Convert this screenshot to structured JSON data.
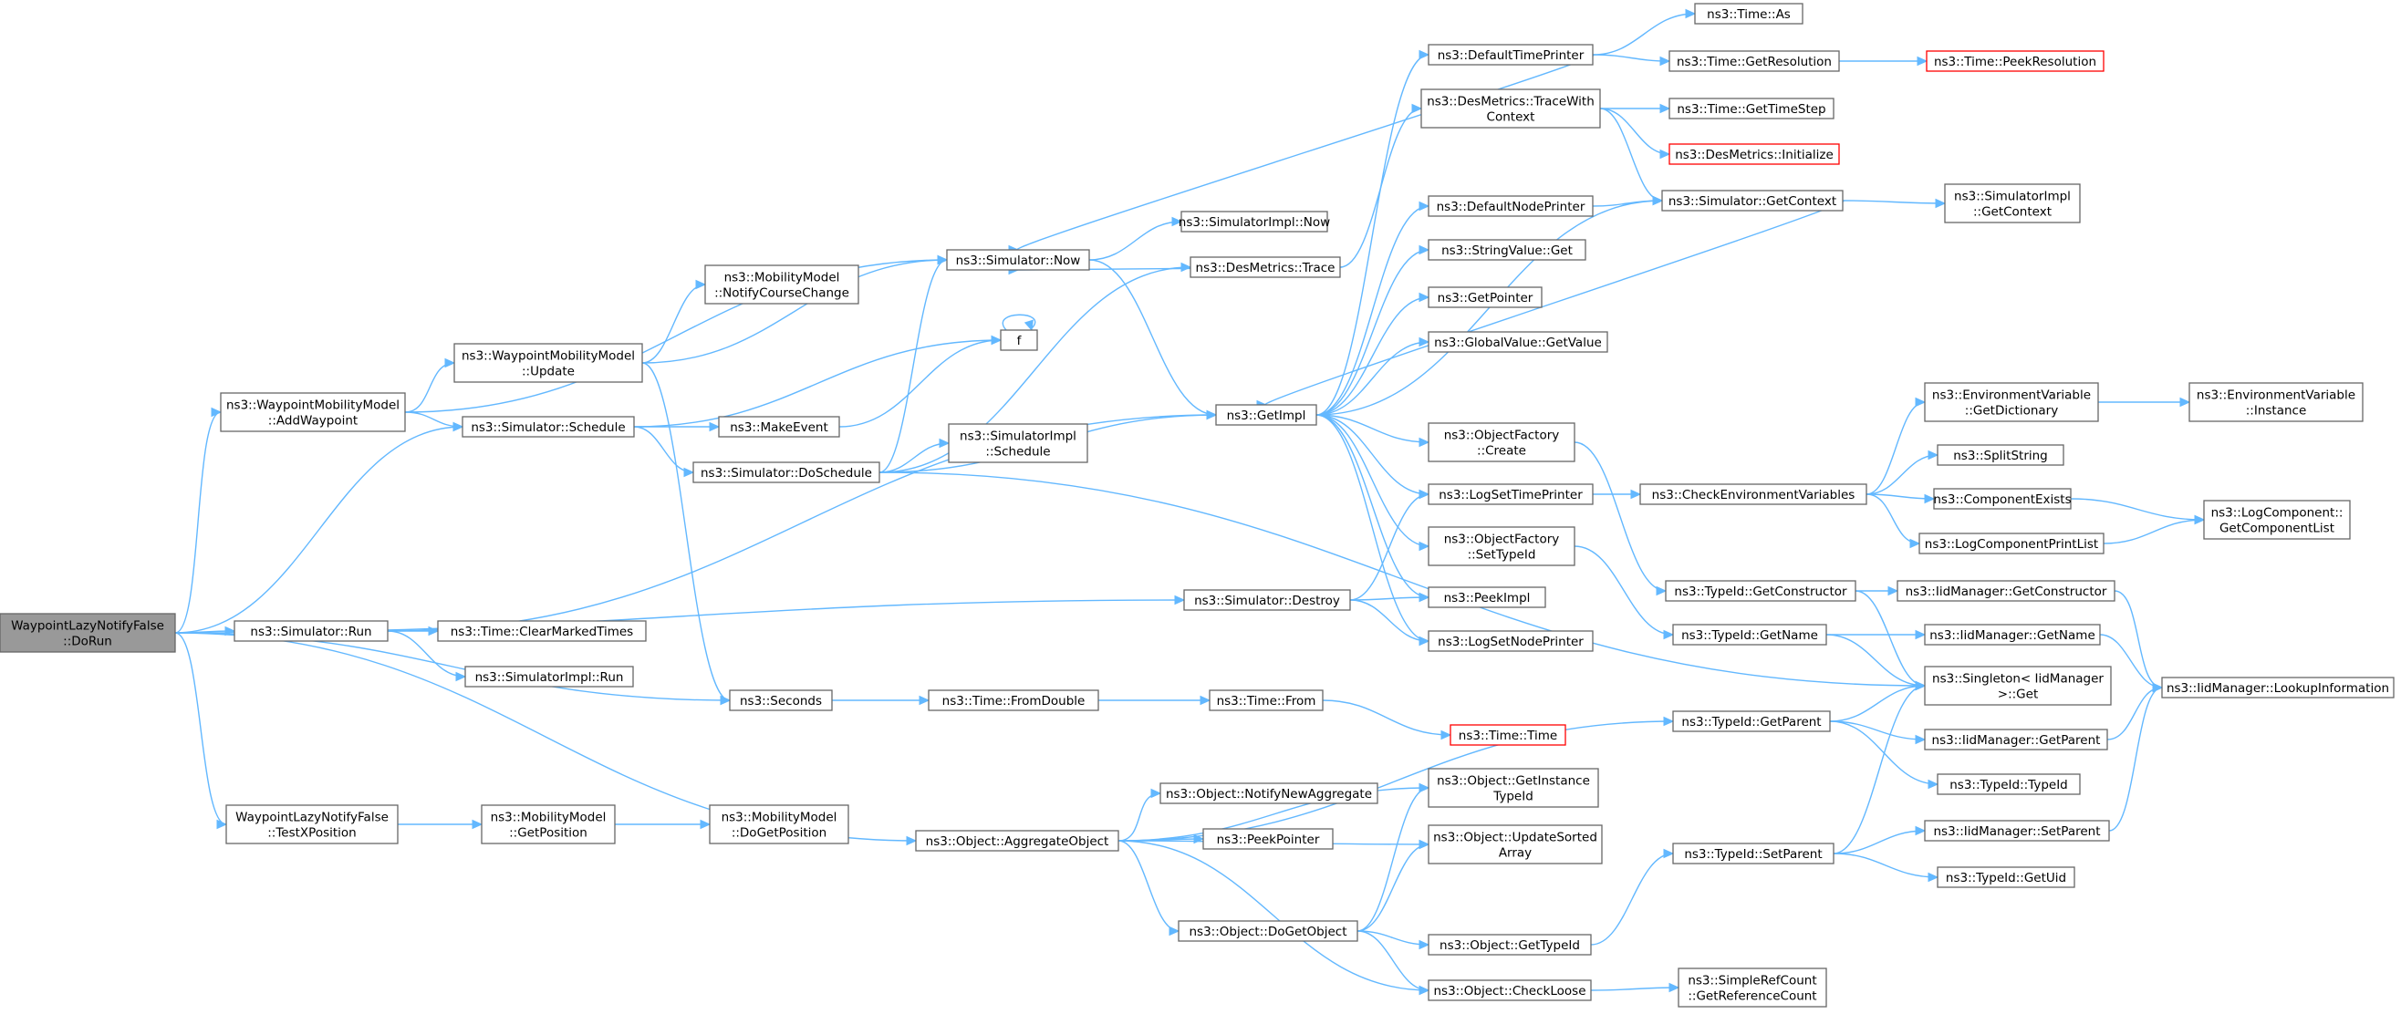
{
  "graph": {
    "edge_color": "#63b8ff",
    "node_border_color": "#666666",
    "root_fill_color": "#999999",
    "missing_border_color": "#ff0000",
    "nodes": [
      {
        "id": "doRun",
        "label": [
          "WaypointLazyNotifyFalse",
          "::DoRun"
        ],
        "style": "root"
      },
      {
        "id": "addWaypoint",
        "label": [
          "ns3::WaypointMobilityModel",
          "::AddWaypoint"
        ]
      },
      {
        "id": "schedule",
        "label": [
          "ns3::Simulator::Schedule"
        ]
      },
      {
        "id": "run",
        "label": [
          "ns3::Simulator::Run"
        ]
      },
      {
        "id": "testX",
        "label": [
          "WaypointLazyNotifyFalse",
          "::TestXPosition"
        ]
      },
      {
        "id": "update",
        "label": [
          "ns3::WaypointMobilityModel",
          "::Update"
        ]
      },
      {
        "id": "notifyCC",
        "label": [
          "ns3::MobilityModel",
          "::NotifyCourseChange"
        ]
      },
      {
        "id": "now",
        "label": [
          "ns3::Simulator::Now"
        ]
      },
      {
        "id": "f",
        "label": [
          "f"
        ]
      },
      {
        "id": "makeEvent",
        "label": [
          "ns3::MakeEvent"
        ]
      },
      {
        "id": "doSchedule",
        "label": [
          "ns3::Simulator::DoSchedule"
        ]
      },
      {
        "id": "simImplSchedule",
        "label": [
          "ns3::SimulatorImpl",
          "::Schedule"
        ]
      },
      {
        "id": "simImplNow",
        "label": [
          "ns3::SimulatorImpl::Now"
        ]
      },
      {
        "id": "clearMarked",
        "label": [
          "ns3::Time::ClearMarkedTimes"
        ]
      },
      {
        "id": "simImplRun",
        "label": [
          "ns3::SimulatorImpl::Run"
        ]
      },
      {
        "id": "seconds",
        "label": [
          "ns3::Seconds"
        ]
      },
      {
        "id": "getPosition",
        "label": [
          "ns3::MobilityModel",
          "::GetPosition"
        ]
      },
      {
        "id": "doGetPosition",
        "label": [
          "ns3::MobilityModel",
          "::DoGetPosition"
        ]
      },
      {
        "id": "destroy",
        "label": [
          "ns3::Simulator::Destroy"
        ]
      },
      {
        "id": "aggregate",
        "label": [
          "ns3::Object::AggregateObject"
        ]
      },
      {
        "id": "desTrace",
        "label": [
          "ns3::DesMetrics::Trace"
        ]
      },
      {
        "id": "getImpl",
        "label": [
          "ns3::GetImpl"
        ]
      },
      {
        "id": "fromDouble",
        "label": [
          "ns3::Time::FromDouble"
        ]
      },
      {
        "id": "timeFrom",
        "label": [
          "ns3::Time::From"
        ]
      },
      {
        "id": "timeTime",
        "label": [
          "ns3::Time::Time"
        ],
        "style": "missing"
      },
      {
        "id": "notifyNewAgg",
        "label": [
          "ns3::Object::NotifyNewAggregate"
        ]
      },
      {
        "id": "peekPointer",
        "label": [
          "ns3::PeekPointer"
        ]
      },
      {
        "id": "doGetObject",
        "label": [
          "ns3::Object::DoGetObject"
        ]
      },
      {
        "id": "defTimePrinter",
        "label": [
          "ns3::DefaultTimePrinter"
        ]
      },
      {
        "id": "desTraceCtx",
        "label": [
          "ns3::DesMetrics::TraceWith",
          "Context"
        ]
      },
      {
        "id": "defNodePrinter",
        "label": [
          "ns3::DefaultNodePrinter"
        ]
      },
      {
        "id": "strGet",
        "label": [
          "ns3::StringValue::Get"
        ]
      },
      {
        "id": "getPointer",
        "label": [
          "ns3::GetPointer"
        ]
      },
      {
        "id": "gvGetValue",
        "label": [
          "ns3::GlobalValue::GetValue"
        ]
      },
      {
        "id": "ofCreate",
        "label": [
          "ns3::ObjectFactory",
          "::Create"
        ]
      },
      {
        "id": "logSetTP",
        "label": [
          "ns3::LogSetTimePrinter"
        ]
      },
      {
        "id": "ofSetTypeId",
        "label": [
          "ns3::ObjectFactory",
          "::SetTypeId"
        ]
      },
      {
        "id": "peekImpl",
        "label": [
          "ns3::PeekImpl"
        ]
      },
      {
        "id": "logSetNP",
        "label": [
          "ns3::LogSetNodePrinter"
        ]
      },
      {
        "id": "getInstanceTid",
        "label": [
          "ns3::Object::GetInstance",
          "TypeId"
        ]
      },
      {
        "id": "updateSorted",
        "label": [
          "ns3::Object::UpdateSorted",
          "Array"
        ]
      },
      {
        "id": "getTypeId",
        "label": [
          "ns3::Object::GetTypeId"
        ]
      },
      {
        "id": "checkLoose",
        "label": [
          "ns3::Object::CheckLoose"
        ]
      },
      {
        "id": "timeAs",
        "label": [
          "ns3::Time::As"
        ]
      },
      {
        "id": "timeGetRes",
        "label": [
          "ns3::Time::GetResolution"
        ]
      },
      {
        "id": "timePeekRes",
        "label": [
          "ns3::Time::PeekResolution"
        ],
        "style": "missing"
      },
      {
        "id": "timeGetStep",
        "label": [
          "ns3::Time::GetTimeStep"
        ]
      },
      {
        "id": "desInit",
        "label": [
          "ns3::DesMetrics::Initialize"
        ],
        "style": "missing"
      },
      {
        "id": "simGetCtx",
        "label": [
          "ns3::Simulator::GetContext"
        ]
      },
      {
        "id": "simImplGetCtx",
        "label": [
          "ns3::SimulatorImpl",
          "::GetContext"
        ]
      },
      {
        "id": "checkEnv",
        "label": [
          "ns3::CheckEnvironmentVariables"
        ]
      },
      {
        "id": "envGetDict",
        "label": [
          "ns3::EnvironmentVariable",
          "::GetDictionary"
        ]
      },
      {
        "id": "envInstance",
        "label": [
          "ns3::EnvironmentVariable",
          "::Instance"
        ]
      },
      {
        "id": "splitString",
        "label": [
          "ns3::SplitString"
        ]
      },
      {
        "id": "compExists",
        "label": [
          "ns3::ComponentExists"
        ]
      },
      {
        "id": "logCompPrint",
        "label": [
          "ns3::LogComponentPrintList"
        ]
      },
      {
        "id": "logCompGetList",
        "label": [
          "ns3::LogComponent::",
          "GetComponentList"
        ]
      },
      {
        "id": "tidGetCtor",
        "label": [
          "ns3::TypeId::GetConstructor"
        ]
      },
      {
        "id": "iidGetCtor",
        "label": [
          "ns3::IidManager::GetConstructor"
        ]
      },
      {
        "id": "tidGetName",
        "label": [
          "ns3::TypeId::GetName"
        ]
      },
      {
        "id": "iidGetName",
        "label": [
          "ns3::IidManager::GetName"
        ]
      },
      {
        "id": "singletonGet",
        "label": [
          "ns3::Singleton< IidManager",
          " >::Get"
        ]
      },
      {
        "id": "iidLookup",
        "label": [
          "ns3::IidManager::LookupInformation"
        ]
      },
      {
        "id": "tidGetParent",
        "label": [
          "ns3::TypeId::GetParent"
        ]
      },
      {
        "id": "iidGetParent",
        "label": [
          "ns3::IidManager::GetParent"
        ]
      },
      {
        "id": "tidTypeId",
        "label": [
          "ns3::TypeId::TypeId"
        ]
      },
      {
        "id": "tidSetParent",
        "label": [
          "ns3::TypeId::SetParent"
        ]
      },
      {
        "id": "iidSetParent",
        "label": [
          "ns3::IidManager::SetParent"
        ]
      },
      {
        "id": "tidGetUid",
        "label": [
          "ns3::TypeId::GetUid"
        ]
      },
      {
        "id": "srcGetRefCount",
        "label": [
          "ns3::SimpleRefCount",
          "::GetReferenceCount"
        ]
      }
    ],
    "edges": [
      [
        "doRun",
        "addWaypoint"
      ],
      [
        "doRun",
        "schedule"
      ],
      [
        "doRun",
        "run"
      ],
      [
        "doRun",
        "testX"
      ],
      [
        "doRun",
        "seconds"
      ],
      [
        "doRun",
        "destroy"
      ],
      [
        "doRun",
        "aggregate"
      ],
      [
        "addWaypoint",
        "update"
      ],
      [
        "addWaypoint",
        "now"
      ],
      [
        "addWaypoint",
        "schedule"
      ],
      [
        "update",
        "notifyCC"
      ],
      [
        "update",
        "now"
      ],
      [
        "update",
        "seconds"
      ],
      [
        "schedule",
        "f"
      ],
      [
        "schedule",
        "makeEvent"
      ],
      [
        "schedule",
        "doSchedule"
      ],
      [
        "makeEvent",
        "f"
      ],
      [
        "f",
        "f"
      ],
      [
        "doSchedule",
        "now"
      ],
      [
        "doSchedule",
        "desTrace"
      ],
      [
        "doSchedule",
        "simImplSchedule"
      ],
      [
        "doSchedule",
        "getImpl"
      ],
      [
        "doSchedule",
        "singletonGet"
      ],
      [
        "run",
        "clearMarked"
      ],
      [
        "run",
        "simImplRun"
      ],
      [
        "run",
        "getImpl"
      ],
      [
        "testX",
        "getPosition"
      ],
      [
        "getPosition",
        "doGetPosition"
      ],
      [
        "now",
        "simImplNow"
      ],
      [
        "now",
        "getImpl"
      ],
      [
        "seconds",
        "fromDouble"
      ],
      [
        "fromDouble",
        "timeFrom"
      ],
      [
        "timeFrom",
        "timeTime"
      ],
      [
        "destroy",
        "logSetTP"
      ],
      [
        "destroy",
        "peekImpl"
      ],
      [
        "destroy",
        "logSetNP"
      ],
      [
        "aggregate",
        "getInstanceTid"
      ],
      [
        "aggregate",
        "notifyNewAgg"
      ],
      [
        "aggregate",
        "peekPointer"
      ],
      [
        "aggregate",
        "updateSorted"
      ],
      [
        "aggregate",
        "doGetObject"
      ],
      [
        "aggregate",
        "checkLoose"
      ],
      [
        "doGetObject",
        "getInstanceTid"
      ],
      [
        "doGetObject",
        "updateSorted"
      ],
      [
        "doGetObject",
        "getTypeId"
      ],
      [
        "doGetObject",
        "checkLoose"
      ],
      [
        "getTypeId",
        "tidSetParent"
      ],
      [
        "checkLoose",
        "srcGetRefCount"
      ],
      [
        "desTrace",
        "desTraceCtx"
      ],
      [
        "desTrace",
        "now"
      ],
      [
        "desTraceCtx",
        "timeGetStep"
      ],
      [
        "desTraceCtx",
        "desInit"
      ],
      [
        "desTraceCtx",
        "simGetCtx"
      ],
      [
        "getImpl",
        "defTimePrinter"
      ],
      [
        "getImpl",
        "defNodePrinter"
      ],
      [
        "getImpl",
        "strGet"
      ],
      [
        "getImpl",
        "getPointer"
      ],
      [
        "getImpl",
        "gvGetValue"
      ],
      [
        "getImpl",
        "ofCreate"
      ],
      [
        "getImpl",
        "logSetTP"
      ],
      [
        "getImpl",
        "ofSetTypeId"
      ],
      [
        "getImpl",
        "peekImpl"
      ],
      [
        "getImpl",
        "logSetNP"
      ],
      [
        "getImpl",
        "simGetCtx"
      ],
      [
        "defTimePrinter",
        "timeAs"
      ],
      [
        "defTimePrinter",
        "timeGetRes"
      ],
      [
        "defTimePrinter",
        "now"
      ],
      [
        "timeGetRes",
        "timePeekRes"
      ],
      [
        "defNodePrinter",
        "simGetCtx"
      ],
      [
        "simGetCtx",
        "simImplGetCtx"
      ],
      [
        "simGetCtx",
        "getImpl"
      ],
      [
        "logSetTP",
        "checkEnv"
      ],
      [
        "checkEnv",
        "envGetDict"
      ],
      [
        "checkEnv",
        "splitString"
      ],
      [
        "checkEnv",
        "compExists"
      ],
      [
        "checkEnv",
        "logCompPrint"
      ],
      [
        "envGetDict",
        "envInstance"
      ],
      [
        "compExists",
        "logCompGetList"
      ],
      [
        "logCompPrint",
        "logCompGetList"
      ],
      [
        "ofCreate",
        "tidGetCtor"
      ],
      [
        "ofSetTypeId",
        "tidGetName"
      ],
      [
        "tidGetCtor",
        "iidGetCtor"
      ],
      [
        "tidGetCtor",
        "singletonGet"
      ],
      [
        "iidGetCtor",
        "iidLookup"
      ],
      [
        "tidGetName",
        "iidGetName"
      ],
      [
        "tidGetName",
        "singletonGet"
      ],
      [
        "iidGetName",
        "iidLookup"
      ],
      [
        "tidGetParent",
        "iidGetParent"
      ],
      [
        "tidGetParent",
        "tidTypeId"
      ],
      [
        "tidGetParent",
        "singletonGet"
      ],
      [
        "iidGetParent",
        "iidLookup"
      ],
      [
        "tidSetParent",
        "iidSetParent"
      ],
      [
        "tidSetParent",
        "tidGetUid"
      ],
      [
        "tidSetParent",
        "singletonGet"
      ],
      [
        "iidSetParent",
        "iidLookup"
      ],
      [
        "aggregate",
        "tidGetParent"
      ]
    ]
  }
}
